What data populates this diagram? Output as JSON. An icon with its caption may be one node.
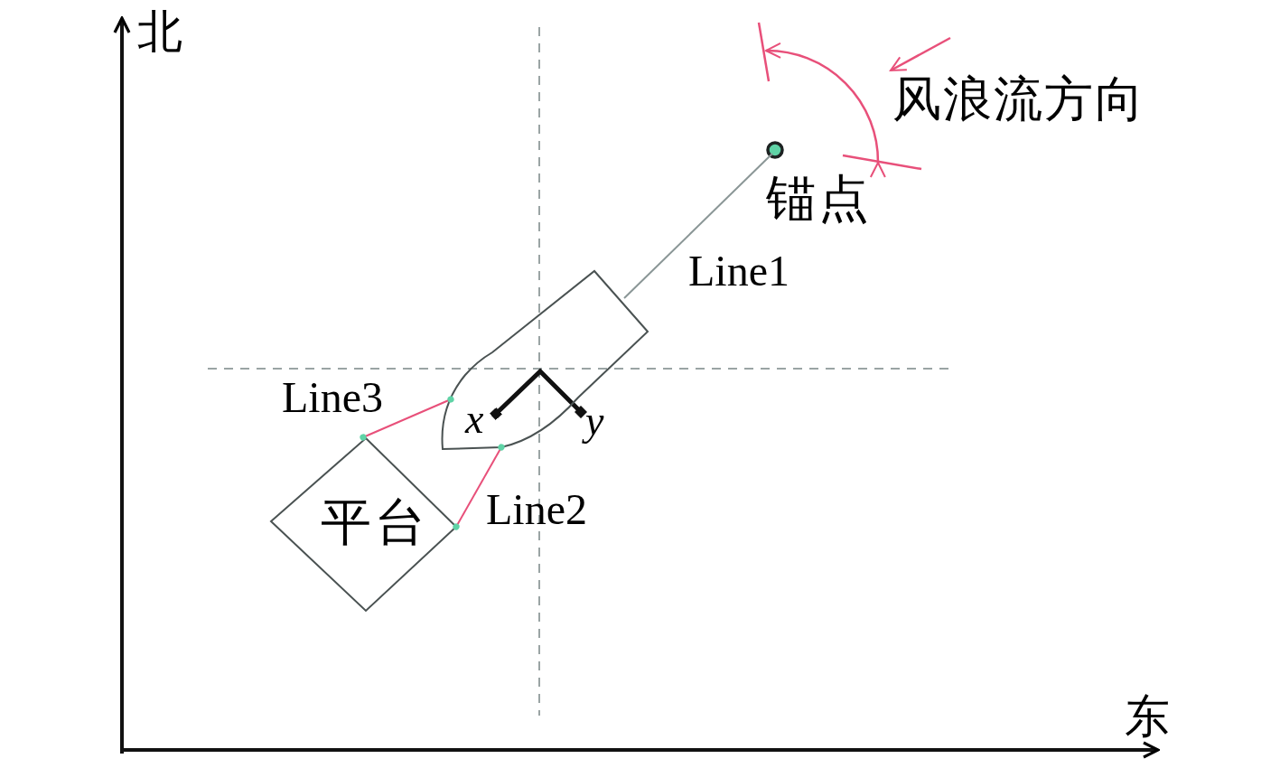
{
  "diagram": {
    "nodes": [
      {
        "text": [],
        "shape": "boat"
      },
      {
        "text": [
          "平台"
        ]
      },
      {
        "text": [],
        "shape": "circle",
        "beside": [
          "锚点"
        ]
      }
    ],
    "edges": [
      {
        "from": 2,
        "to": 0,
        "arrow": "none",
        "label": "Line1",
        "color": "#8a9696"
      },
      {
        "from": 0,
        "to": 1,
        "arrow": "other",
        "label": "Line3",
        "color": "#e8507a"
      },
      {
        "from": 0,
        "to": 1,
        "arrow": "other",
        "label": "Line2",
        "color": "#e8507a"
      }
    ],
    "labels": [
      "北",
      "风浪流方向",
      "x",
      "y",
      "东"
    ]
  }
}
